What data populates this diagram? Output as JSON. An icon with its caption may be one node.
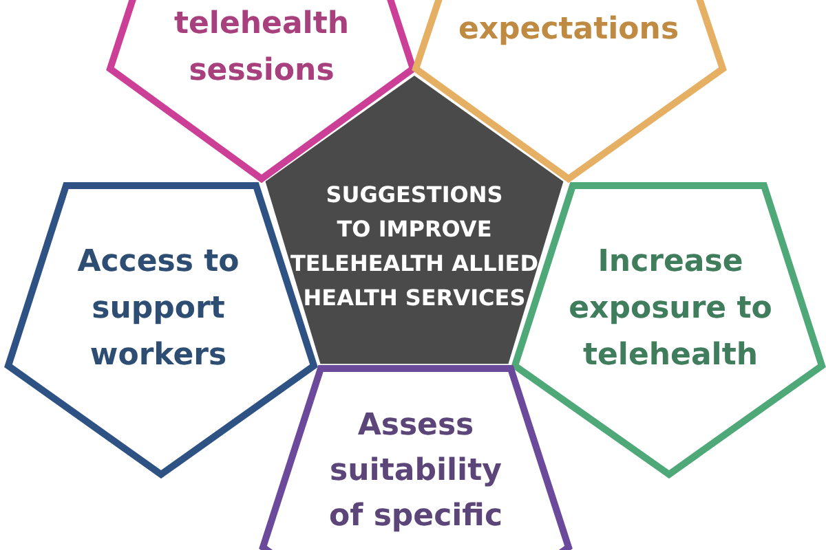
{
  "diagram": {
    "nodes": [
      {
        "text": [
          "telehealth sessions"
        ]
      },
      {
        "text": [
          "expectations"
        ]
      },
      {
        "text": [
          "Access to support workers"
        ]
      },
      {
        "text": [
          "SUGGESTIONS TO IMPROVE TELEHEALTH ALLIED HEALTH SERVICES"
        ]
      },
      {
        "text": [
          "Increase exposure to telehealth"
        ]
      },
      {
        "text": [
          "Assess suitability of specific"
        ]
      }
    ]
  }
}
